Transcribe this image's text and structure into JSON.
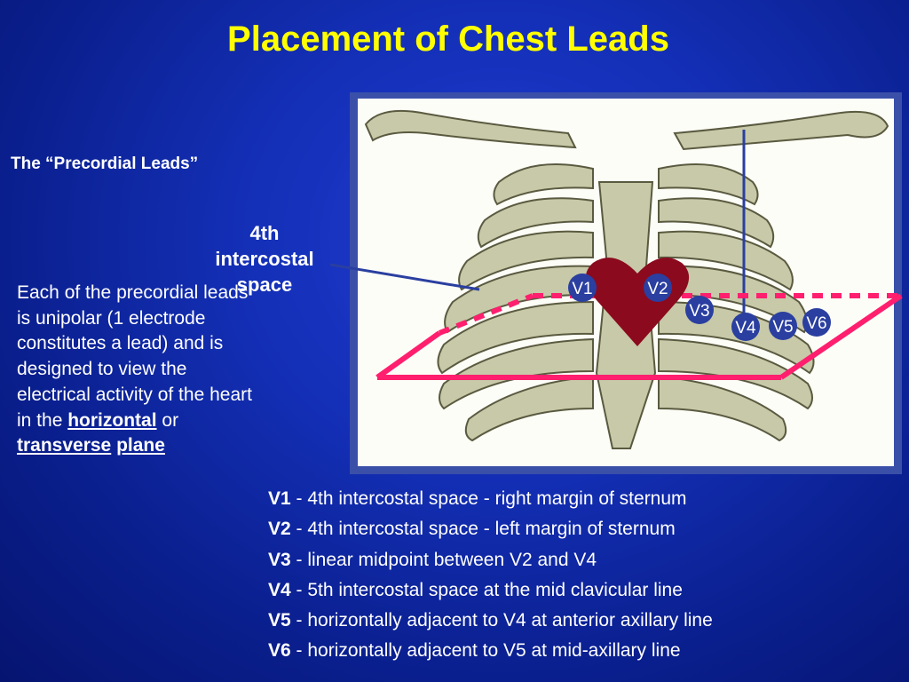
{
  "title": "Placement of Chest Leads",
  "subtitle": "The “Precordial Leads”",
  "intercostal_label": [
    "4th",
    "intercostal",
    "space"
  ],
  "description": {
    "before_horizontal": "Each of the precordial leads is unipolar (1 electrode constitutes a lead) and is designed to view the electrical activity of the heart in the",
    "horizontal": "horizontal",
    "or": "or",
    "transverse": "transverse",
    "plane": "plane"
  },
  "leads": [
    {
      "id": "V1",
      "desc": " - 4th intercostal space - right margin of sternum"
    },
    {
      "id": "V2",
      "desc": " - 4th intercostal space - left margin of sternum"
    },
    {
      "id": "V3",
      "desc": " - linear midpoint between V2 and V4"
    },
    {
      "id": "V4",
      "desc": " - 5th intercostal space at the mid clavicular line"
    },
    {
      "id": "V5",
      "desc": " - horizontally adjacent to V4 at anterior axillary line"
    },
    {
      "id": "V6",
      "desc": " - horizontally adjacent to V5 at mid-axillary line"
    }
  ],
  "colors": {
    "background": "#1430b8",
    "title": "#ffff00",
    "text": "#ffffff",
    "plane_line": "#ff1f6e",
    "heart": "#8b0a1e",
    "electrode": "#2a3fa0",
    "rib": "#c7c9a8",
    "rib_outline": "#5a5a40"
  }
}
